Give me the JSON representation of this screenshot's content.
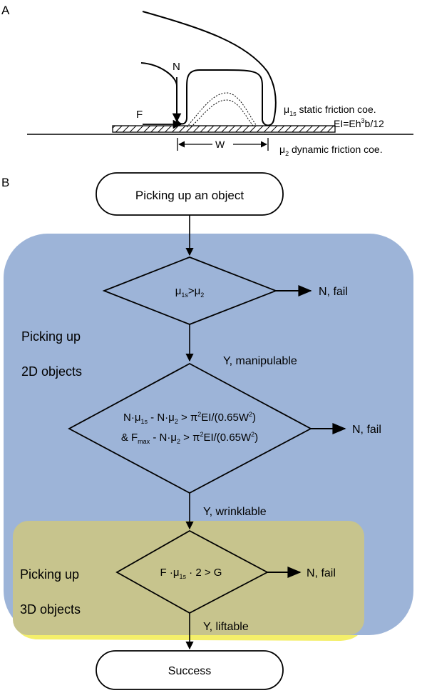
{
  "panel_a": {
    "label": "A",
    "force_normal": "N",
    "force_pull": "F",
    "width_label": "W",
    "mu1s_symbol": "μ",
    "mu1s_sub": "1s",
    "mu1s_text": " static friction coe.",
    "ei_formula_prefix": "EI=Eh",
    "ei_formula_sup": "3",
    "ei_formula_suffix": "b/12",
    "mu2_symbol": "μ",
    "mu2_sub": "2",
    "mu2_text": " dynamic friction coe."
  },
  "panel_b": {
    "label": "B",
    "start_label": "Picking up an object",
    "decision1": {
      "mu": "μ",
      "sub1": "1s",
      "gt": ">μ",
      "sub2": "2"
    },
    "decision1_fail": "N, fail",
    "decision1_yes": "Y, manipulable",
    "region_2d_line1": "Picking up",
    "region_2d_line2": "2D objects",
    "decision2_line1": {
      "a": "N·μ",
      "a_sub": "1s",
      "b": " - N·μ",
      "b_sub": "2",
      "c": " > π",
      "c_sup": "2",
      "d": "EI/(0.65W",
      "d_sup": "2",
      "e": ")"
    },
    "decision2_line2": {
      "a": "& F",
      "a_sub": "max",
      "b": " - N·μ",
      "b_sub": "2",
      "c": " > π",
      "c_sup": "2",
      "d": "EI/(0.65W",
      "d_sup": "2",
      "e": ")"
    },
    "decision2_fail": "N, fail",
    "decision2_yes": "Y, wrinklable",
    "region_3d_line1": "Picking up",
    "region_3d_line2": "3D objects",
    "decision3": {
      "a": "F ·μ",
      "a_sub": "1s",
      "b": " · 2 > G"
    },
    "decision3_fail": "N, fail",
    "decision3_yes": "Y, liftable",
    "end_label": "Success"
  },
  "colors": {
    "region_2d": "#9db4d8",
    "region_3d": "#c7c48d",
    "region_3d_glow": "#f4ef6a"
  }
}
